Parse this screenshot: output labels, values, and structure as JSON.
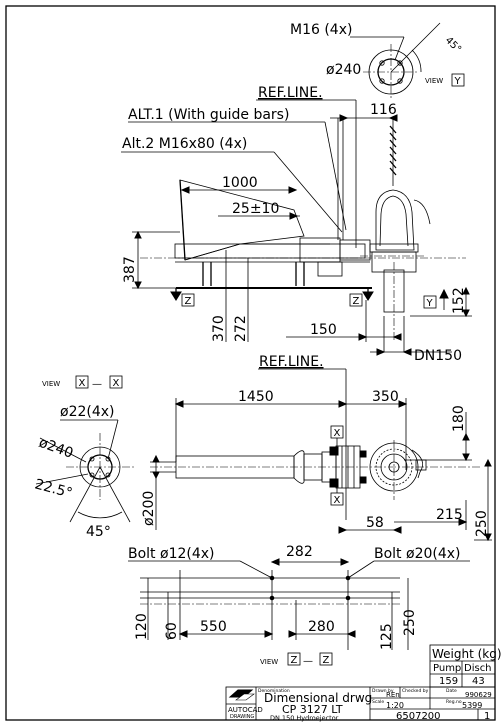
{
  "view_y": {
    "m16": "M16 (4x)",
    "angle45": "45°",
    "d240": "ø240",
    "view_word": "VIEW",
    "letter": "Y"
  },
  "side_view": {
    "ref_line": "REF.LINE.",
    "alt1": "ALT.1 (With guide bars)",
    "alt2": "Alt.2 M16x80 (4x)",
    "d116": "116",
    "d1000": "1000",
    "d25": "25±10",
    "d387": "387",
    "d370": "370",
    "d272": "272",
    "d150": "150",
    "d152": "152",
    "dn150": "DN150",
    "z": "Z",
    "y": "Y"
  },
  "plan_view": {
    "ref_line": "REF.LINE.",
    "view_word": "VIEW",
    "x": "X",
    "dash": "—",
    "d1450": "1450",
    "d350": "350",
    "d180": "180",
    "d200": "ø200",
    "d58": "58",
    "d215": "215",
    "d250": "250"
  },
  "detail_x": {
    "d22": "ø22(4x)",
    "d240": "ø240",
    "a225": "22.5°",
    "a45": "45°"
  },
  "bottom_view": {
    "bolt12": "Bolt ø12(4x)",
    "bolt20": "Bolt ø20(4x)",
    "d282": "282",
    "d120": "120",
    "d60": "60",
    "d550": "550",
    "d280": "280",
    "d125": "125",
    "d250": "250",
    "view_word": "VIEW",
    "z": "Z",
    "dash": "—"
  },
  "weight_table": {
    "title": "Weight (kg)",
    "col_pump": "Pump",
    "col_disch": "Disch",
    "pump": "159",
    "disch": "43"
  },
  "title_block": {
    "autocad": "AUTOCAD",
    "drawing": "DRAWING",
    "denomination_lbl": "Denomination",
    "line1": "Dimensional drwg",
    "line2": "CP 3127 LT",
    "line3": "DN 150 Hydroejector",
    "drawn_lbl": "Drawn by",
    "drawn": "REn",
    "checked_lbl": "Checked by",
    "date_lbl": "Date",
    "date": "990629",
    "scale_lbl": "Scale",
    "scale": "1:20",
    "reg_lbl": "Reg.no",
    "reg": "5399",
    "number": "6507200",
    "sheet": "1"
  }
}
